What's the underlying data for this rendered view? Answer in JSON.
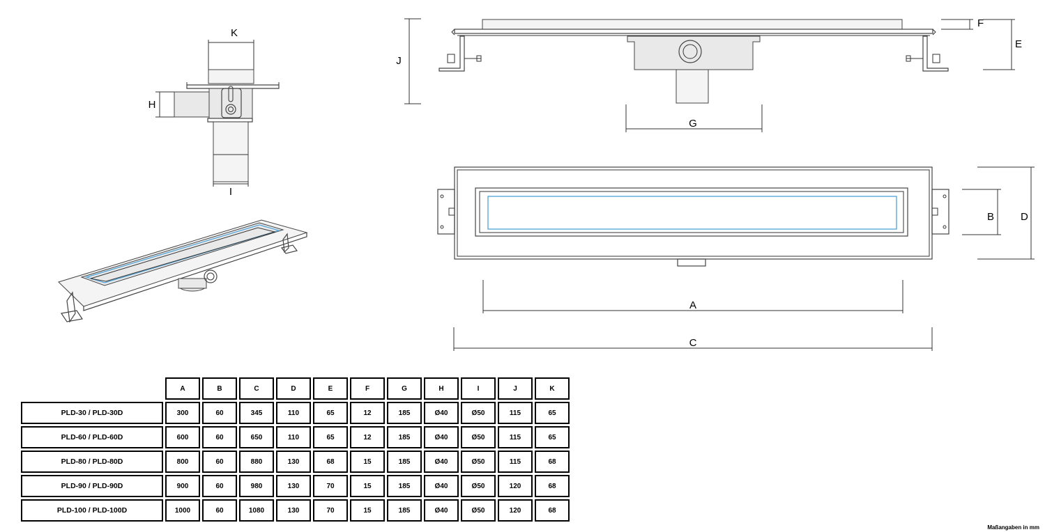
{
  "labels": {
    "A": "A",
    "B": "B",
    "C": "C",
    "D": "D",
    "E": "E",
    "F": "F",
    "G": "G",
    "H": "H",
    "I": "I",
    "J": "J",
    "K": "K"
  },
  "table": {
    "columns": [
      "A",
      "B",
      "C",
      "D",
      "E",
      "F",
      "G",
      "H",
      "I",
      "J",
      "K"
    ],
    "rows": [
      {
        "model": "PLD-30 / PLD-30D",
        "values": [
          "300",
          "60",
          "345",
          "110",
          "65",
          "12",
          "185",
          "Ø40",
          "Ø50",
          "115",
          "65"
        ]
      },
      {
        "model": "PLD-60 / PLD-60D",
        "values": [
          "600",
          "60",
          "650",
          "110",
          "65",
          "12",
          "185",
          "Ø40",
          "Ø50",
          "115",
          "65"
        ]
      },
      {
        "model": "PLD-80 / PLD-80D",
        "values": [
          "800",
          "60",
          "880",
          "130",
          "68",
          "15",
          "185",
          "Ø40",
          "Ø50",
          "115",
          "68"
        ]
      },
      {
        "model": "PLD-90 / PLD-90D",
        "values": [
          "900",
          "60",
          "980",
          "130",
          "70",
          "15",
          "185",
          "Ø40",
          "Ø50",
          "120",
          "68"
        ]
      },
      {
        "model": "PLD-100 / PLD-100D",
        "values": [
          "1000",
          "60",
          "1080",
          "130",
          "70",
          "15",
          "185",
          "Ø40",
          "Ø50",
          "120",
          "68"
        ]
      }
    ]
  },
  "footnote": "Maßangaben in mm",
  "colors": {
    "accent_blue": "#5aa7d8",
    "line": "#333333"
  }
}
